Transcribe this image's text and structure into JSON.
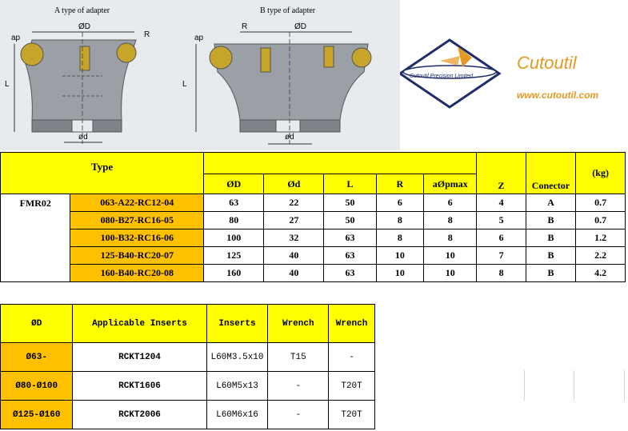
{
  "drawing": {
    "caption_a": "A type of adapter",
    "caption_b": "B type of adapter",
    "dims": {
      "od": "ØD",
      "r": "R",
      "ap": "ap",
      "l": "L",
      "sd": "ød"
    }
  },
  "logo": {
    "badge_text": "Cutoutil Precision Limited",
    "brand": "Cutoutil",
    "website": "www.cutoutil.com"
  },
  "spec_table": {
    "type_header": "Type",
    "columns": [
      "ØD",
      "Ød",
      "L",
      "R",
      "aØpmax",
      "Z",
      "Conector",
      "(kg)"
    ],
    "series": "FMR02",
    "rows": [
      {
        "model": "063-A22-RC12-04",
        "od": "63",
        "d": "22",
        "l": "50",
        "r": "6",
        "ap": "6",
        "z": "4",
        "conn": "A",
        "kg": "0.7"
      },
      {
        "model": "080-B27-RC16-05",
        "od": "80",
        "d": "27",
        "l": "50",
        "r": "8",
        "ap": "8",
        "z": "5",
        "conn": "B",
        "kg": "0.7"
      },
      {
        "model": "100-B32-RC16-06",
        "od": "100",
        "d": "32",
        "l": "63",
        "r": "8",
        "ap": "8",
        "z": "6",
        "conn": "B",
        "kg": "1.2"
      },
      {
        "model": "125-B40-RC20-07",
        "od": "125",
        "d": "40",
        "l": "63",
        "r": "10",
        "ap": "10",
        "z": "7",
        "conn": "B",
        "kg": "2.2"
      },
      {
        "model": "160-B40-RC20-08",
        "od": "160",
        "d": "40",
        "l": "63",
        "r": "10",
        "ap": "10",
        "z": "8",
        "conn": "B",
        "kg": "4.2"
      }
    ]
  },
  "insert_table": {
    "headers": [
      "ØD",
      "Applicable Inserts",
      "Inserts",
      "Wrench",
      "Wrench"
    ],
    "rows": [
      {
        "od": "Ø63-",
        "insert": "RCKT1204",
        "screw": "L60M3.5x10",
        "wrench1": "T15",
        "wrench2": "-"
      },
      {
        "od": "Ø80-Ø100",
        "insert": "RCKT1606",
        "screw": "L60M5x13",
        "wrench1": "-",
        "wrench2": "T20T"
      },
      {
        "od": "Ø125-Ø160",
        "insert": "RCKT2006",
        "screw": "L60M6x16",
        "wrench1": "-",
        "wrench2": "T20T"
      }
    ]
  }
}
